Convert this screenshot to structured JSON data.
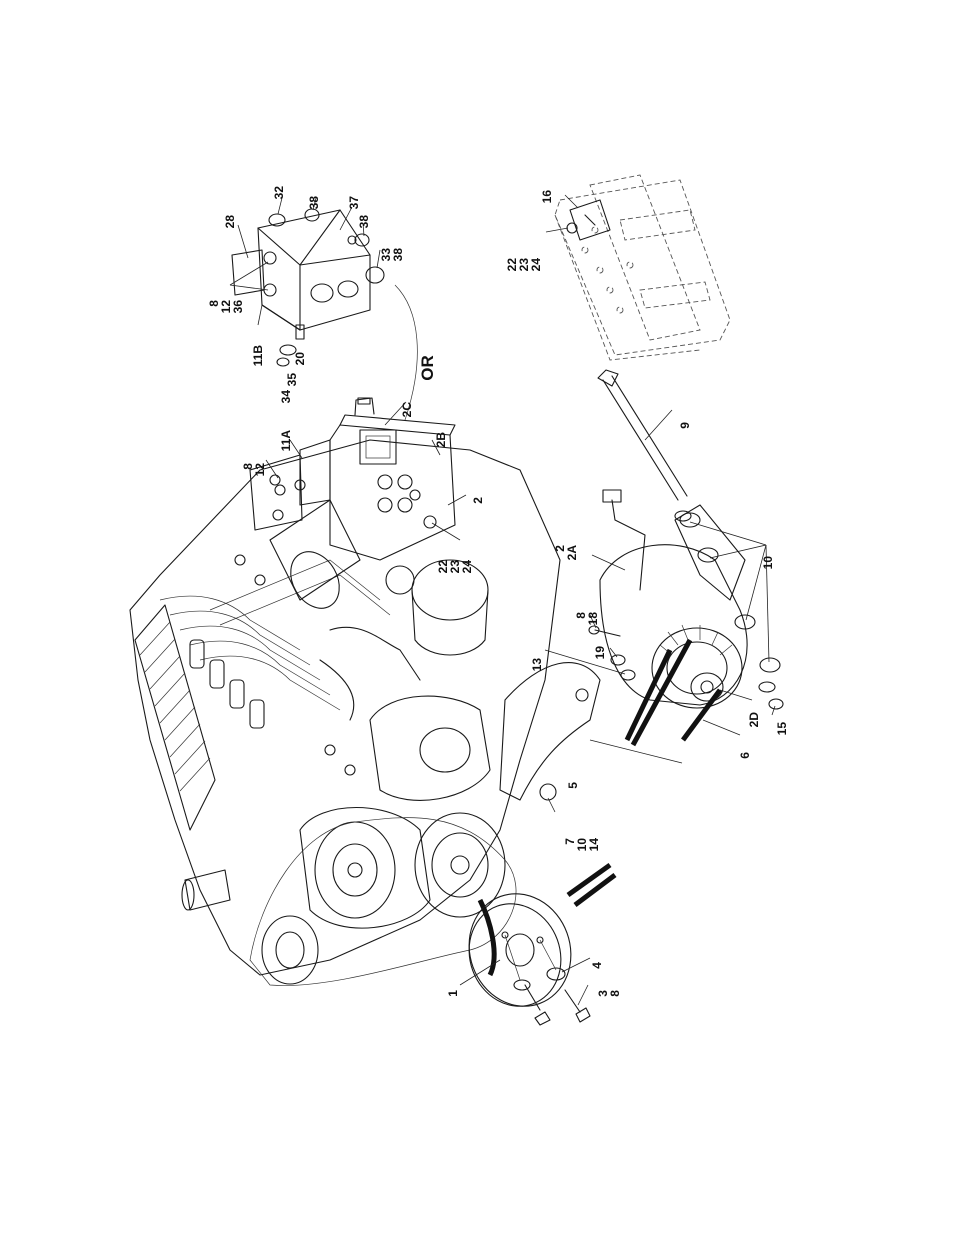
{
  "figure": {
    "or_label": "OR",
    "callouts": [
      {
        "id": "c-32",
        "text": "32"
      },
      {
        "id": "c-38a",
        "text": "38"
      },
      {
        "id": "c-37",
        "text": "37"
      },
      {
        "id": "c-38b",
        "text": "38"
      },
      {
        "id": "c-33-38",
        "text": "33\n38"
      },
      {
        "id": "c-28",
        "text": "28"
      },
      {
        "id": "c-8-12-36",
        "text": "8\n12\n36"
      },
      {
        "id": "c-11B",
        "text": "11B"
      },
      {
        "id": "c-20",
        "text": "20"
      },
      {
        "id": "c-35",
        "text": "35"
      },
      {
        "id": "c-34",
        "text": "34"
      },
      {
        "id": "c-16",
        "text": "16"
      },
      {
        "id": "c-22-23-24-top",
        "text": "22\n23\n24"
      },
      {
        "id": "c-2C",
        "text": "2C"
      },
      {
        "id": "c-2B",
        "text": "2B"
      },
      {
        "id": "c-11A",
        "text": "11A"
      },
      {
        "id": "c-8-12",
        "text": "8\n12"
      },
      {
        "id": "c-2",
        "text": "2"
      },
      {
        "id": "c-22-23-24-mid",
        "text": "22\n23\n24"
      },
      {
        "id": "c-9",
        "text": "9"
      },
      {
        "id": "c-2-2A",
        "text": "2\n2A"
      },
      {
        "id": "c-10",
        "text": "10"
      },
      {
        "id": "c-8-18",
        "text": "8\n18"
      },
      {
        "id": "c-19",
        "text": "19"
      },
      {
        "id": "c-13",
        "text": "13"
      },
      {
        "id": "c-2D",
        "text": "2D"
      },
      {
        "id": "c-15",
        "text": "15"
      },
      {
        "id": "c-5",
        "text": "5"
      },
      {
        "id": "c-6",
        "text": "6"
      },
      {
        "id": "c-7-10-14",
        "text": "7\n10\n14"
      },
      {
        "id": "c-1",
        "text": "1"
      },
      {
        "id": "c-4",
        "text": "4"
      },
      {
        "id": "c-3-8",
        "text": "3\n8"
      }
    ]
  }
}
